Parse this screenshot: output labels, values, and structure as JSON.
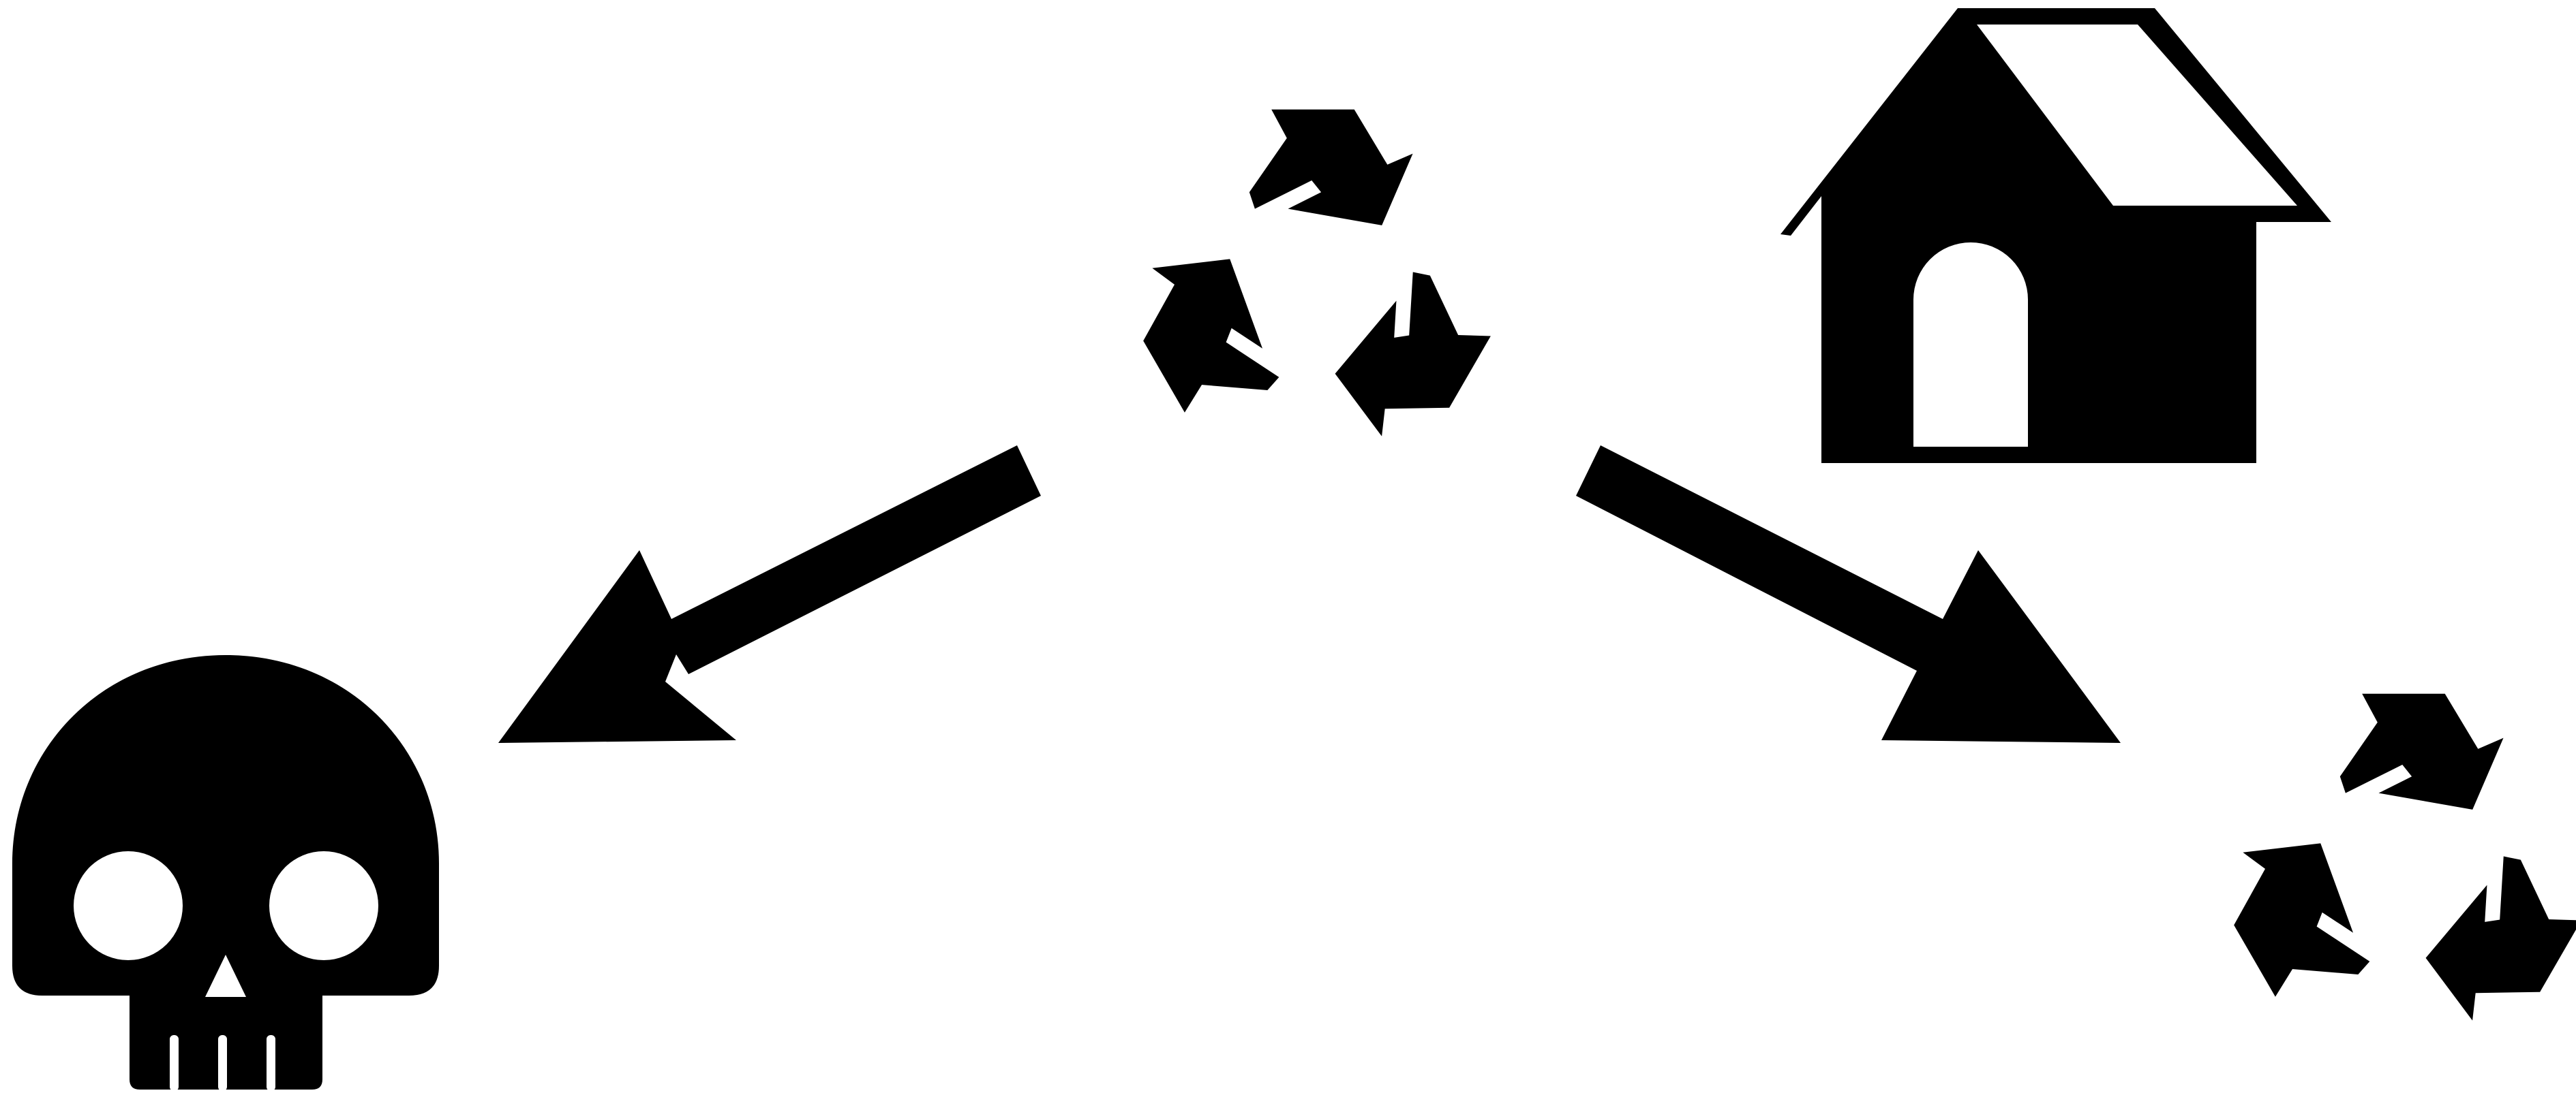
{
  "diagram": {
    "colors": {
      "ink": "#000000",
      "background": "#ffffff"
    },
    "icons": {
      "top_center": "recycle-icon",
      "top_right": "house-icon",
      "bottom_left": "skull-icon",
      "bottom_right": "recycle-icon"
    },
    "arrows": [
      {
        "from": "recycle-icon-top",
        "to": "skull-icon"
      },
      {
        "from": "recycle-icon-top",
        "to": "recycle-icon-bottom-right"
      }
    ]
  }
}
